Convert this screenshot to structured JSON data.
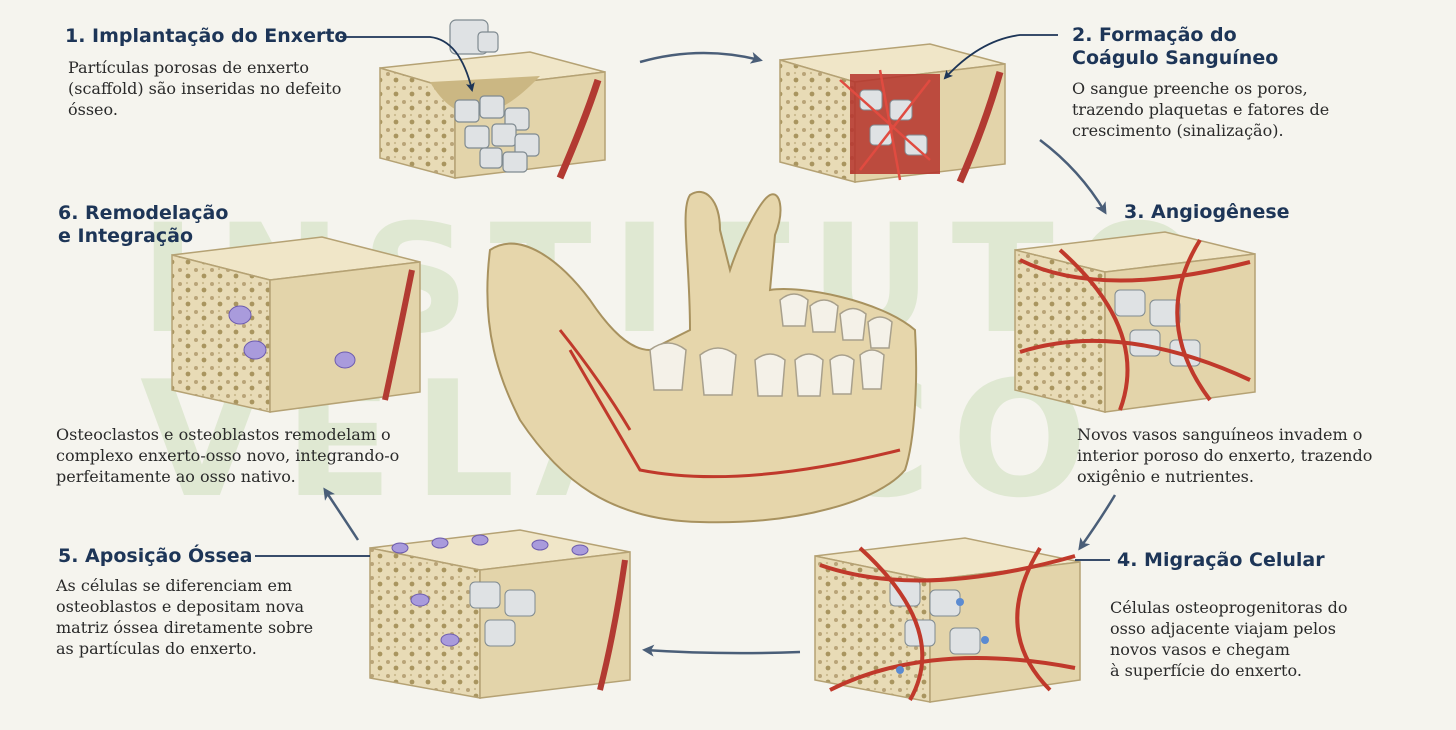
{
  "watermark": {
    "line1": "INSTITUTO",
    "line2": "VELASCO"
  },
  "steps": [
    {
      "title": "1. Implantação do Enxerto",
      "desc": [
        "Partículas porosas de enxerto",
        "(scaffold) são inseridas no defeito",
        "ósseo."
      ]
    },
    {
      "title": [
        "2. Formação do",
        "Coágulo Sanguíneo"
      ],
      "desc": [
        "O sangue preenche os poros,",
        "trazendo plaquetas e fatores de",
        "crescimento (sinalização)."
      ]
    },
    {
      "title": "3. Angiogênese",
      "desc": [
        "Novos vasos sanguíneos invadem o",
        "interior poroso do enxerto, trazendo",
        "oxigênio e nutrientes."
      ]
    },
    {
      "title": "4. Migração Celular",
      "desc": [
        "Células osteoprogenitoras do",
        "osso adjacente viajam pelos",
        "novos vasos e chegam",
        "à superfície do enxerto."
      ]
    },
    {
      "title": "5. Aposição Óssea",
      "desc": [
        "As células se diferenciam em",
        "osteoblastos e depositam nova",
        "matriz óssea diretamente sobre",
        "as partículas do enxerto."
      ]
    },
    {
      "title": [
        "6. Remodelação",
        "e Integração"
      ],
      "desc": [
        "Osteoclastos e osteoblastos remodelam o",
        "complexo enxerto-osso novo, integrando-o",
        "perfeitamente ao osso nativo."
      ]
    }
  ],
  "colors": {
    "title": "#1d3557",
    "bone": "#e9dcb9",
    "vessel": "#c0392b",
    "cell": "#8e7cc3",
    "arrow": "#4a5e78"
  }
}
